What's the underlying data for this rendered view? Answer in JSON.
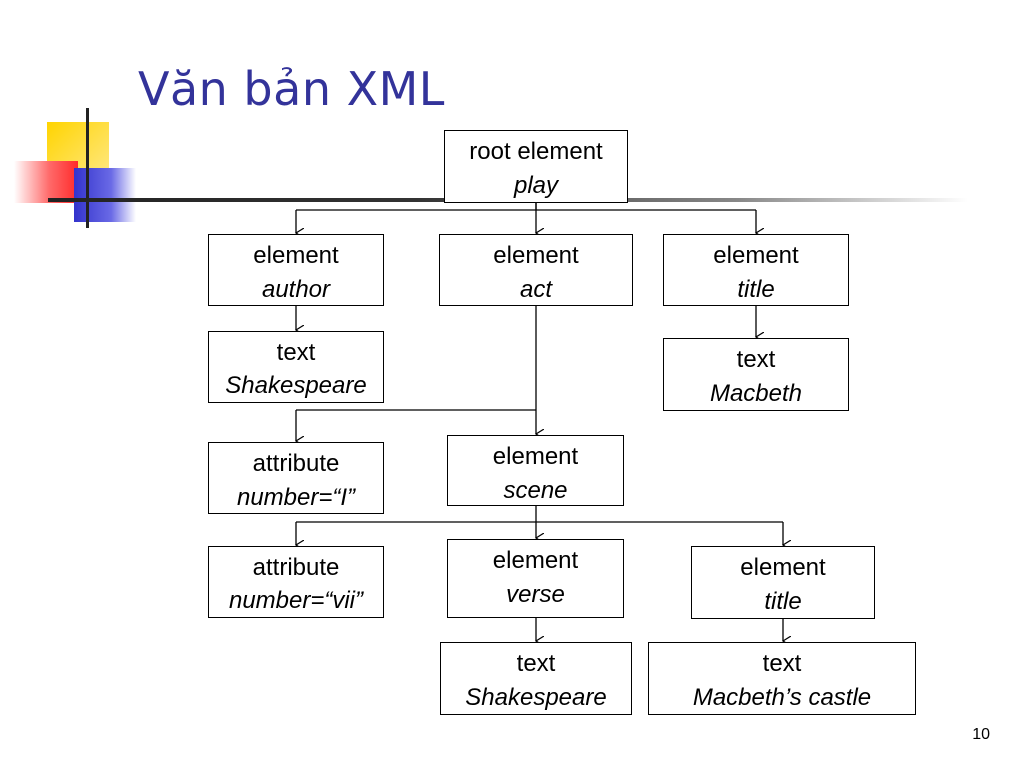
{
  "slide": {
    "title": "Văn bản XML",
    "page_number": "10"
  },
  "nodes": {
    "root": {
      "kind": "root element",
      "value": "play"
    },
    "author": {
      "kind": "element",
      "value": "author"
    },
    "act": {
      "kind": "element",
      "value": "act"
    },
    "title1": {
      "kind": "element",
      "value": "title"
    },
    "text_shakespeare1": {
      "kind": "text",
      "value": "Shakespeare"
    },
    "text_macbeth": {
      "kind": "text",
      "value": "Macbeth"
    },
    "attr_number1": {
      "kind": "attribute",
      "value": "number=“I”"
    },
    "scene": {
      "kind": "element",
      "value": "scene"
    },
    "attr_number2": {
      "kind": "attribute",
      "value": "number=“vii”"
    },
    "verse": {
      "kind": "element",
      "value": "verse"
    },
    "title2": {
      "kind": "element",
      "value": "title"
    },
    "text_shakespeare2": {
      "kind": "text",
      "value": "Shakespeare"
    },
    "text_castle": {
      "kind": "text",
      "value": "Macbeth’s castle"
    }
  },
  "colors": {
    "title": "#33339a",
    "deco_yellow": "#ffd400",
    "deco_red": "#ff3333",
    "deco_blue": "#3333cc"
  }
}
